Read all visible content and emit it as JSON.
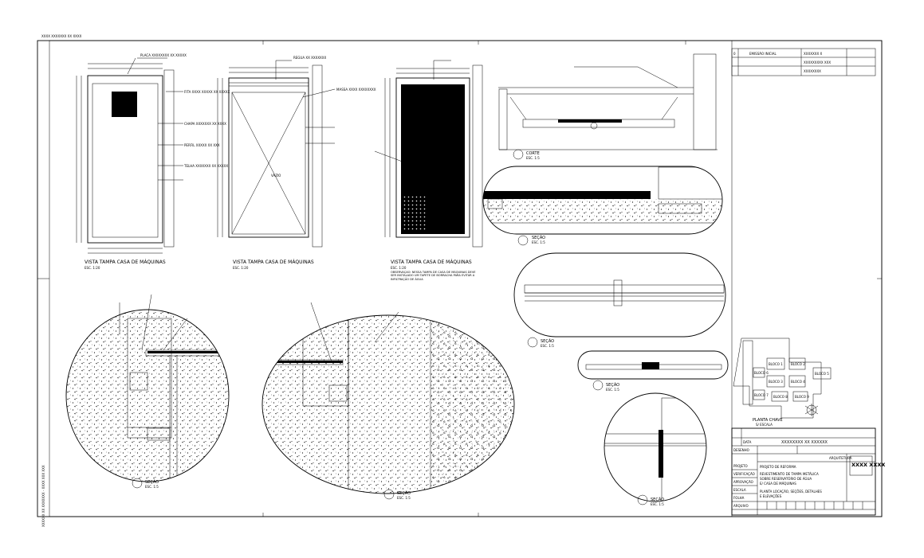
{
  "sheet": {
    "top_note": "XXXX XXXXXXX XX XXXX",
    "side_note": "XXXXXX XX XXXXXXX - XXXX XXX XXX"
  },
  "views": {
    "elev1": {
      "title": "VISTA TAMPA CASA DE MÁQUINAS",
      "scale": "ESC. 1:20"
    },
    "elev2": {
      "title": "VISTA TAMPA CASA DE MÁQUINAS",
      "scale": "ESC. 1:20"
    },
    "elev3": {
      "title": "VISTA TAMPA CASA DE MÁQUINAS",
      "scale": "ESC. 1:20",
      "note": "OBSERVAÇÃO: NESSA TAMPA DE CASA DE MÁQUINAS DEVE SER INSTALADO UM TAPETE DE BORRACHA PARA EVITAR A INFILTRAÇÃO DE ÁGUA"
    },
    "door_text": "VAZIO",
    "sec_a": {
      "label": "CORTE",
      "scale": "ESC. 1:5"
    },
    "sec_b": {
      "label": "SEÇÃO",
      "scale": "ESC. 1:5"
    },
    "sec_c": {
      "label": "SEÇÃO",
      "scale": "ESC. 1:5"
    },
    "sec_d": {
      "label": "SEÇÃO",
      "scale": "ESC. 1:5"
    },
    "sec_e": {
      "label": "SEÇÃO",
      "scale": "ESC. 1:5"
    },
    "sec_f": {
      "label": "SEÇÃO",
      "scale": "ESC. 1:5"
    },
    "sec_g": {
      "label": "SEÇÃO",
      "scale": "ESC. 1:5"
    }
  },
  "annotations": [
    "PLACA XXXXXXXX XX XXXXX",
    "FITA XXXX XXXXX XX XXXXX",
    "CHAPA XXXXXXX XX XXXX",
    "PERFIL XXXXX XX XXX",
    "TELHA XXXXXXX XX XXXXX",
    "REGUA XX XXXXXXX",
    "MASSA XXXX XXXXXXXX"
  ],
  "key_plan": {
    "title": "PLANTA CHAVE",
    "scale": "S/ ESCALA",
    "blocks": [
      "BLOCO 1",
      "BLOCO 2",
      "BLOCO 3",
      "BLOCO 4",
      "BLOCO 5",
      "BLOCO 6",
      "BLOCO 7",
      "BLOCO 8",
      "BLOCO 9"
    ]
  },
  "revision_table": {
    "rows": [
      [
        "0",
        "EMISSÃO INICIAL",
        "XXXXXXX X"
      ],
      [
        "",
        "",
        "XXXXXXXXX XXX"
      ],
      [
        "",
        "",
        "XXXXXXXX"
      ]
    ]
  },
  "title_block": {
    "company": "XXXXXXXX XX XXXXXX",
    "discipline": "ARQUITETURA",
    "phase": "PROJETO DE REFORMA",
    "description_lines": [
      "REVESTIMENTO DE TAMPA METÁLICA",
      "SOBRE RESERVATÓRIO DE ÁGUA",
      "E/ CASA DE MÁQUINAS",
      "PLANTA LOCAÇÃO, SEÇÕES, DETALHES",
      "E ELEVAÇÕES"
    ],
    "sheet_code": "XXXX XXXX",
    "labels": [
      "DATA",
      "DESENHO",
      "PROJETO",
      "VERIFICAÇÃO",
      "APROVAÇÃO",
      "ESCALA",
      "FOLHA",
      "ARQUIVO"
    ]
  },
  "colors": {
    "line": "#000000",
    "fill": "#000000",
    "paper": "#ffffff"
  }
}
